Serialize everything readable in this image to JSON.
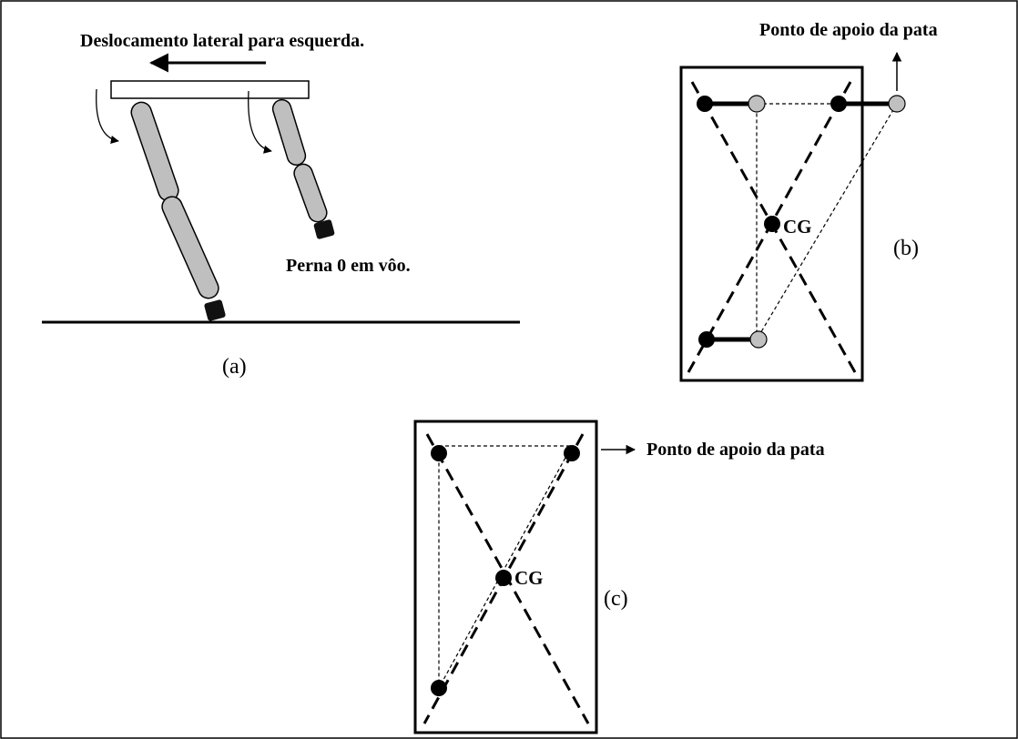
{
  "panel_a": {
    "title": "Deslocamento lateral para esquerda.",
    "leg_label": "Perna 0 em vôo.",
    "caption": "(a)"
  },
  "panel_b": {
    "annotation": "Ponto de apoio da pata",
    "cg_label": "CG",
    "caption": "(b)"
  },
  "panel_c": {
    "annotation": "Ponto de apoio da pata",
    "cg_label": "CG",
    "caption": "(c)"
  },
  "colors": {
    "ink": "#000000",
    "leg_fill": "#bfbfbf",
    "foot_grey": "#c0c0c0",
    "background": "#ffffff"
  }
}
